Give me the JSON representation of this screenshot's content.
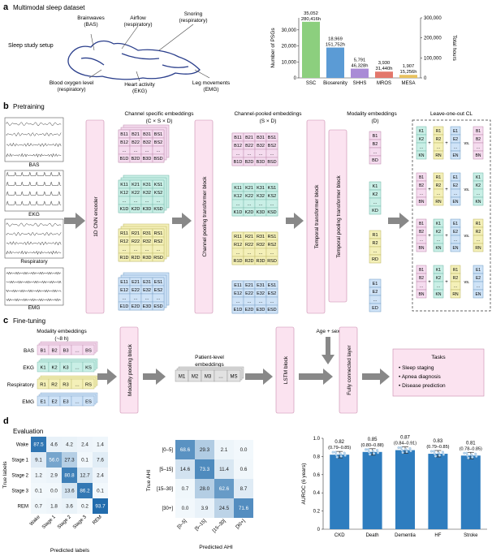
{
  "panel_a": {
    "letter": "a",
    "title": "Multimodal sleep dataset",
    "setup_label": "Sleep study setup",
    "signals": {
      "bas": [
        "Brainwaves",
        "(BAS)"
      ],
      "airflow": [
        "Airflow",
        "(respiratory)"
      ],
      "snoring": [
        "Snoring",
        "(respiratory)"
      ],
      "blood_oxygen": [
        "Blood oxygen level",
        "(respiratory)"
      ],
      "heart": [
        "Heart activity",
        "(EKG)"
      ],
      "leg": [
        "Leg movements",
        "(EMG)"
      ]
    },
    "chart_data": {
      "type": "bar",
      "categories": [
        "SSC",
        "Bioserenity",
        "SHHS",
        "MROS",
        "MESA"
      ],
      "values": [
        35052,
        18969,
        5791,
        3930,
        1907
      ],
      "hours_labels": [
        "280,416h",
        "151,752h",
        "46,328h",
        "31,440h",
        "15,256h"
      ],
      "count_labels": [
        "35,052",
        "18,969",
        "5,791",
        "3,930",
        "1,907"
      ],
      "ylabel": "Number of PSGs",
      "y2label": "Total hours",
      "ylim": [
        0,
        37500
      ],
      "yticks": [
        "0",
        "10,000",
        "20,000",
        "30,000"
      ],
      "y2ticks": [
        "0",
        "100,000",
        "200,000",
        "300,000"
      ],
      "colors": [
        "#8ccf7e",
        "#5b9bd5",
        "#a98bd6",
        "#e3776b",
        "#e9c25e"
      ]
    }
  },
  "panel_b": {
    "letter": "b",
    "title": "Pretraining",
    "modalities": [
      "BAS",
      "EKG",
      "Respiratory",
      "EMG"
    ],
    "encoder": "1D CNN encoder",
    "col1_title": "Channel specific embeddings",
    "col1_sub": "(C × S × D)",
    "col2_title": "Channel-pooled embeddings",
    "col2_sub": "(S × D)",
    "col3_title": "Modality embeddings",
    "col3_sub": "(D)",
    "channel_pool": "Channel pooling transformer block",
    "temporal": "Temporal transformer block",
    "temporal_pool": "Temporal pooling transformer block",
    "loo_title": "Leave-one-out CL",
    "letters": [
      "B",
      "K",
      "R",
      "E"
    ],
    "grid_rows1": [
      [
        "11",
        "21",
        "31",
        "S1"
      ],
      [
        "12",
        "22",
        "32",
        "S2"
      ],
      [
        "…",
        "…",
        "…",
        "…"
      ],
      [
        "1D",
        "2D",
        "3D",
        "SD"
      ]
    ],
    "grid_rows2": [
      [
        "1",
        "2",
        "3",
        "S"
      ],
      [
        "2",
        "2",
        "3",
        "S"
      ],
      [
        "…",
        "…",
        "…",
        "…"
      ],
      [
        "D",
        "D",
        "D",
        "SD"
      ]
    ],
    "vec": [
      "1",
      "2",
      "…",
      "D"
    ],
    "vsn": [
      "1",
      "2",
      "…",
      "N"
    ],
    "plus": "+",
    "vs": "vs."
  },
  "panel_c": {
    "letter": "c",
    "title": "Fine-tuning",
    "mod_title": "Modality embeddings",
    "mod_sub": "(~8 h)",
    "modalities": [
      "BAS",
      "EKG",
      "Respiratory",
      "EMG"
    ],
    "mod_pool": "Modality pooling block",
    "patient": [
      "Patient-level",
      "embeddings"
    ],
    "m_tokens": [
      "M1",
      "M2",
      "M3",
      "…",
      "MS"
    ],
    "b_tokens": [
      "B1",
      "B2",
      "B3",
      "…",
      "BS"
    ],
    "lstm": "LSTM block",
    "age_sex": "Age + sex",
    "fc": "Fully connected layer",
    "tasks_title": "Tasks",
    "tasks": [
      "• Sleep staging",
      "• Apnea diagnosis",
      "• Disease prediction"
    ]
  },
  "panel_d": {
    "letter": "d",
    "title": "Evaluation",
    "cm1": {
      "ylabel": "True labels",
      "xlabel": "Predicted labels",
      "labels": [
        "Wake",
        "Stage 1",
        "Stage 2",
        "Stage 3",
        "REM"
      ],
      "matrix": [
        [
          87.5,
          4.6,
          4.2,
          2.4,
          1.4
        ],
        [
          9.1,
          56.0,
          27.3,
          0.1,
          7.6
        ],
        [
          1.2,
          2.9,
          80.8,
          12.7,
          2.4
        ],
        [
          0.1,
          0.0,
          13.6,
          86.2,
          0.1
        ],
        [
          0.7,
          1.8,
          3.6,
          0.2,
          93.7
        ]
      ]
    },
    "cm2": {
      "ylabel": "True AHI",
      "xlabel": "Predicted AHI",
      "labels": [
        "[0–5]",
        "[5–15]",
        "[15–30]",
        "[30+]"
      ],
      "matrix": [
        [
          68.6,
          29.3,
          2.1,
          0.0
        ],
        [
          14.6,
          73.3,
          11.4,
          0.6
        ],
        [
          0.7,
          28.0,
          62.6,
          8.7
        ],
        [
          0.0,
          3.9,
          24.5,
          71.6
        ]
      ]
    },
    "chart_data": {
      "type": "bar",
      "categories": [
        "CKD",
        "Death",
        "Dementia",
        "HF",
        "Stroke"
      ],
      "values": [
        0.82,
        0.85,
        0.87,
        0.83,
        0.81
      ],
      "labels": [
        "0.82",
        "0.85",
        "0.87",
        "0.83",
        "0.81"
      ],
      "ci": [
        "(0.79–0.85)",
        "(0.80–0.88)",
        "(0.84–0.91)",
        "(0.79–0.85)",
        "(0.78–0.85)"
      ],
      "ylabel": "AUROC (6 years)",
      "ylim": [
        0,
        1.0
      ],
      "yticks": [
        "0",
        "0.2",
        "0.4",
        "0.6",
        "0.8",
        "1.0"
      ],
      "color": "#2e7dbf"
    }
  }
}
